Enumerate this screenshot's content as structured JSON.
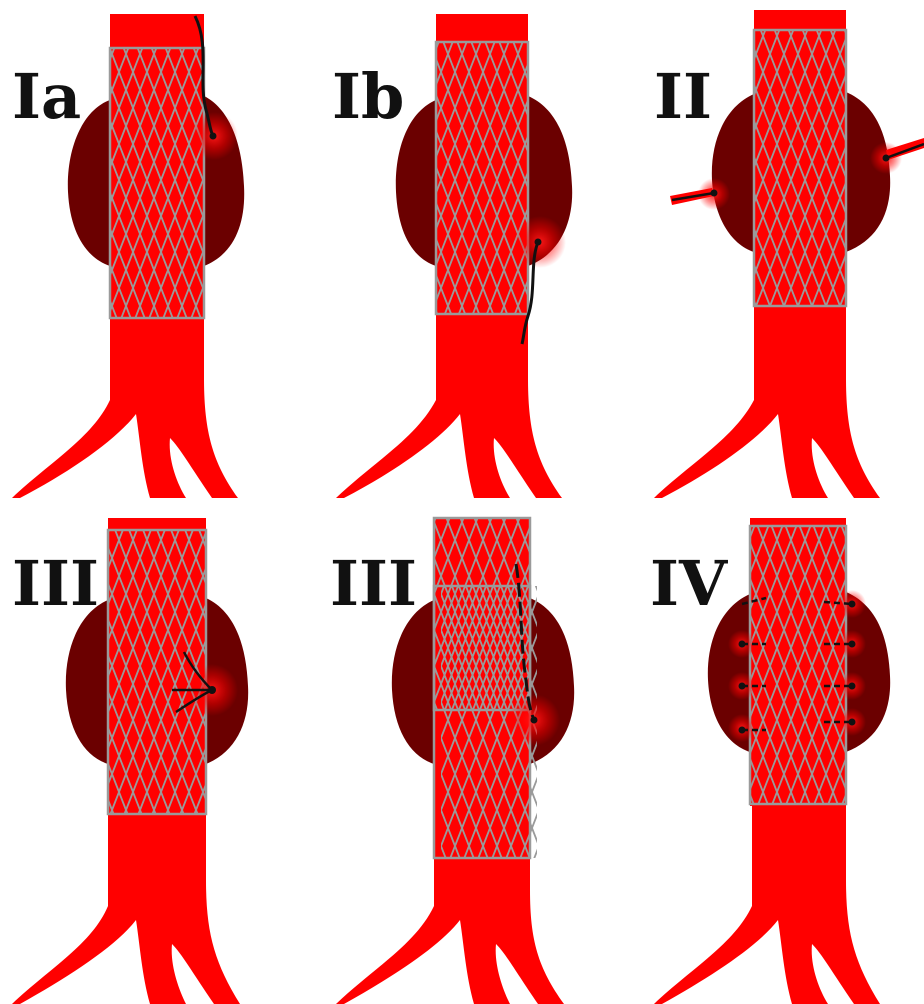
{
  "panels": [
    {
      "label": "Ia"
    },
    {
      "label": "Ib"
    },
    {
      "label": "II"
    },
    {
      "label": "III"
    },
    {
      "label": "III"
    },
    {
      "label": "IV"
    }
  ],
  "colors": {
    "vessel": "#ff0000",
    "sac": "#6b0000",
    "stent_strut": "#9a9a9a",
    "leak_track": "#111111",
    "text": "#111111"
  }
}
